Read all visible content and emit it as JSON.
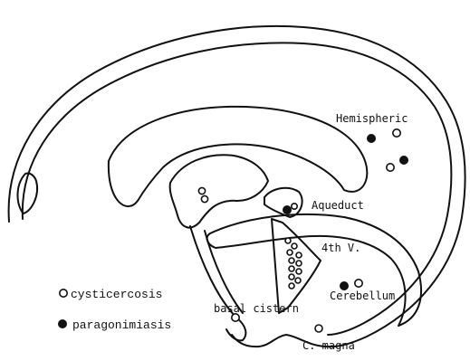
{
  "labels": {
    "hemispheric": "Hemispheric",
    "aqueduct": "Aqueduct",
    "fourth_ventricle": "4th V.",
    "cerebellum": "Cerebellum",
    "basal_cistern": "basal cistern",
    "cisterna_magna": "C. magna"
  },
  "legend": {
    "open": "cysticercosis",
    "filled": "paragonimiasis"
  }
}
